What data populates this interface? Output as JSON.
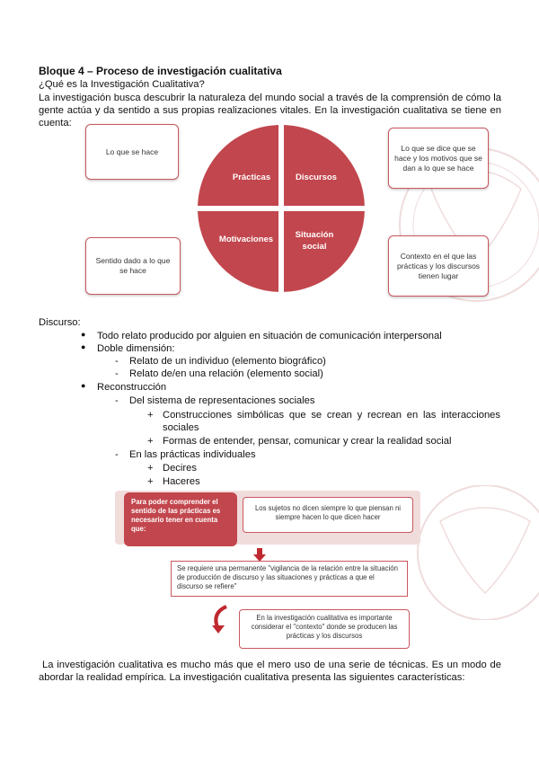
{
  "heading": "Bloque 4 – Proceso de investigación cualitativa",
  "question": "¿Qué es la Investigación Cualitativa?",
  "intro": "La investigación busca descubrir la naturaleza del mundo social a través de la comprensión de cómo la gente actúa y da sentido a sus propias realizaciones vitales. En la investigación cualitativa se tiene en cuenta:",
  "diagram": {
    "quadrants": [
      "Prácticas",
      "Discursos",
      "Motivaciones",
      "Situación social"
    ],
    "boxes": {
      "top_left": "Lo que se hace",
      "top_right": "Lo que se dice que se hace y los motivos que se dan a lo que se hace",
      "bottom_left": "Sentido dado a lo que se hace",
      "bottom_right": "Contexto en el que las prácticas y los discursos tienen lugar"
    },
    "colors": {
      "quadrant": "#c2464d",
      "border": "#c9575f"
    }
  },
  "discurso": {
    "label": "Discurso:",
    "b1": "Todo relato producido por alguien en situación de comunicación interpersonal",
    "b2": "Doble dimensión:",
    "b2a": "Relato de un individuo (elemento biográfico)",
    "b2b": "Relato de/en una relación (elemento social)",
    "b3": "Reconstrucción",
    "b3a": "Del sistema de representaciones sociales",
    "b3a1": "Construcciones simbólicas que se crean y recrean en las interacciones sociales",
    "b3a2": "Formas de entender, pensar, comunicar y crear la realidad social",
    "b3b": "En las prácticas individuales",
    "b3b1": "Decires",
    "b3b2": "Haceres"
  },
  "callouts": {
    "left": "Para poder comprender el sentido de las prácticas es necesario tener en cuenta que:",
    "right": "Los sujetos no dicen siempre lo que piensan ni siempre hacen lo que dicen hacer",
    "middle": "Se requiere una permanente \"vigilancia de la relación entre la situación de producción de discurso y las situaciones y prácticas a que el discurso se refiere\"",
    "bottom": "En la investigación cualitativa es importante considerar el \"contexto\" donde se producen las prácticas y los discursos"
  },
  "closing": "La investigación cualitativa es mucho más que el mero uso de una serie de técnicas. Es un modo de abordar la realidad empírica. La investigación cualitativa presenta las siguientes características:"
}
